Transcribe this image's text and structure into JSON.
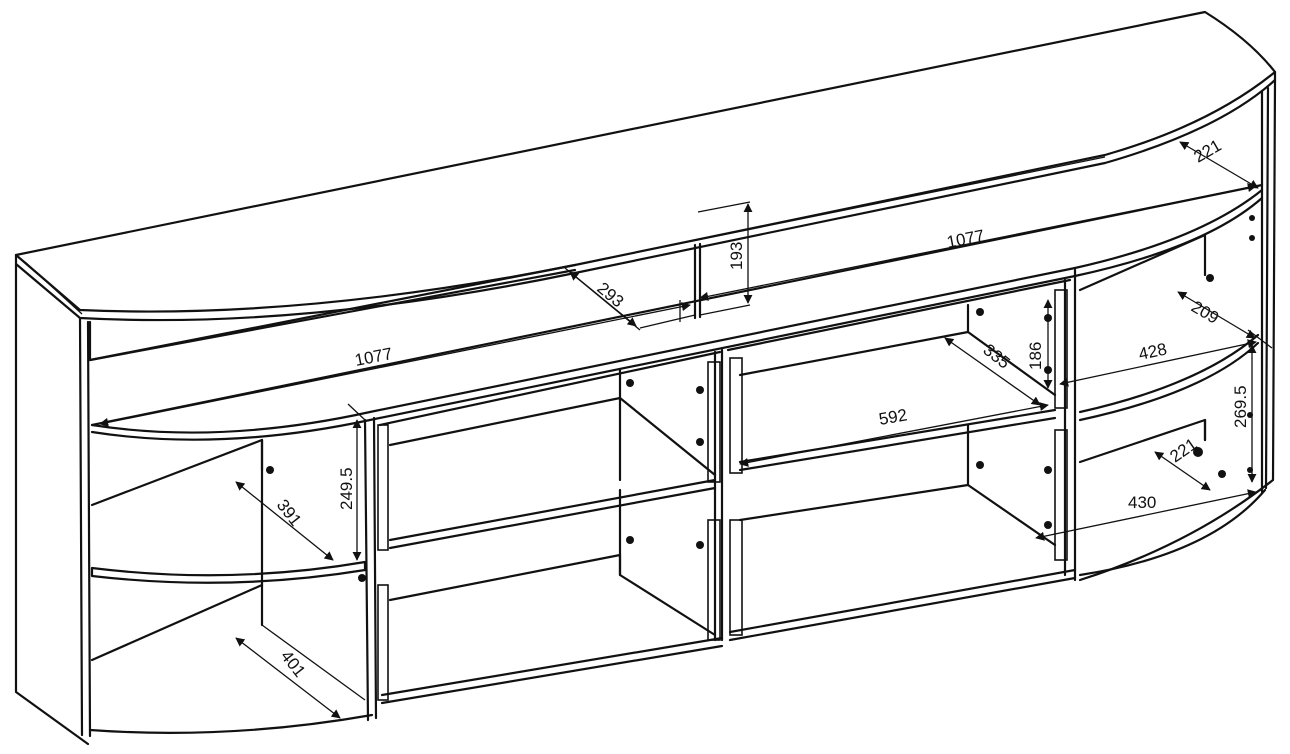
{
  "dimensions": {
    "top_depth": "293",
    "top_height": "193",
    "top_shelf_length_right": "1077",
    "top_shelf_length_left": "1077",
    "left_shelf_mid_depth": "391",
    "left_shelf_bottom_depth": "401",
    "left_compartment_height": "249.5",
    "center_shelf_length": "592",
    "center_shelf_depth": "335",
    "center_height": "186",
    "right_top_depth": "221",
    "right_mid_depth": "209",
    "right_mid_length": "428",
    "right_height": "269.5",
    "right_bottom_depth": "221",
    "right_bottom_length": "430"
  }
}
